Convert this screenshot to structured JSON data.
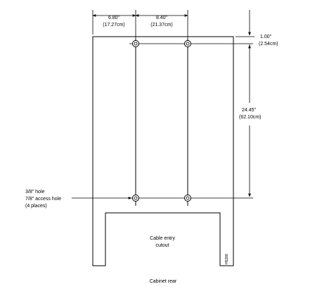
{
  "dimensions": {
    "left_offset": {
      "in": "6.80\"",
      "cm": "(17.27cm)"
    },
    "hole_spacing_h": {
      "in": "8.40\"",
      "cm": "(21.37cm)"
    },
    "top_offset": {
      "in": "1.00\"",
      "cm": "(2.54cm)"
    },
    "hole_spacing_v": {
      "in": "24.45\"",
      "cm": "(62.10cm)"
    }
  },
  "hole_callout": {
    "line1": "3/8\" hole",
    "line2": "7/8\" access hole",
    "line3": "(4 places)"
  },
  "cutout": {
    "line1": "Cable entry",
    "line2": "cutout"
  },
  "figure_id": "H5288",
  "caption": "Cabinet rear"
}
